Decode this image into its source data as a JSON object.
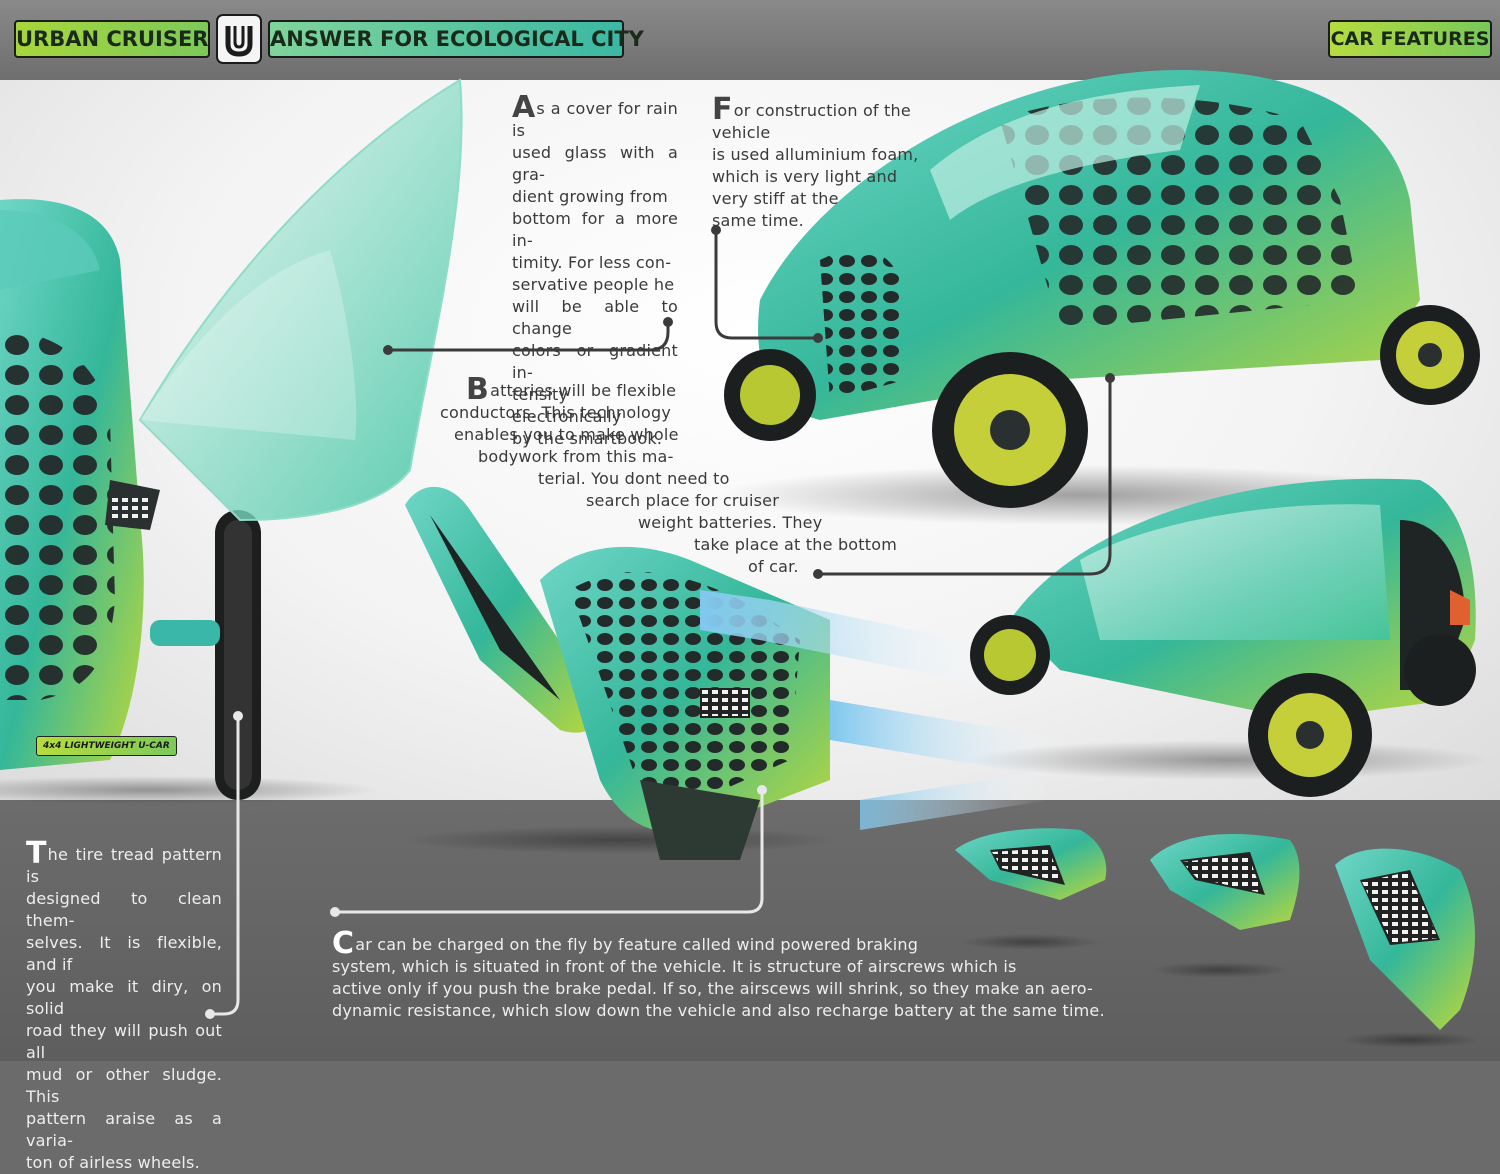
{
  "header": {
    "title": "URBAN CRUISER",
    "subtitle": "ANSWER FOR ECOLOGICAL CITY",
    "section_badge": "CAR FEATURES",
    "logo_icon": "u-loop-logo-icon"
  },
  "vehicle_label": "4x4 LIGHTWEIGHT U-CAR",
  "notes": {
    "glass": {
      "initial": "A",
      "lines": [
        "s a cover for rain is",
        "used glass with a gra-",
        "dient growing from",
        "bottom for a more in-",
        "timity. For less con-",
        "servative people he",
        "will be able to change",
        "colors or gradient in-",
        "tensity electronically",
        "by the smartbook."
      ]
    },
    "aluminium": {
      "initial": "F",
      "lines": [
        "or construction of the vehicle",
        "is used alluminium foam,",
        "which is very light and",
        "very stiff at the",
        "same time."
      ]
    },
    "batteries": {
      "initial": "B",
      "lines": [
        "atteries will be flexible",
        "conductors. This technology",
        "enables you to make whole",
        "bodywork from this ma-",
        "terial. You dont need to",
        "search place for cruiser",
        "weight batteries. They",
        "take place at the bottom",
        "of car."
      ]
    },
    "tires": {
      "initial": "T",
      "lines": [
        "he tire tread pattern is",
        "designed to clean them-",
        "selves. It is flexible, and if",
        "you make it diry, on solid",
        "road they will push out all",
        "mud or other sludge. This",
        "pattern araise as a varia-",
        "ton of airless wheels."
      ]
    },
    "charging": {
      "initial": "C",
      "lines": [
        "ar can be charged on the fly by feature called wind powered braking",
        "system, which is situated in front of the vehicle. It is structure of airscrews which is",
        "active only if you push the brake pedal. If so, the airscews will shrink, so they make an aero-",
        "dynamic resistance, which slow down the vehicle and also recharge battery at the same time."
      ]
    }
  },
  "colors": {
    "accent_lime": "#b6dc3f",
    "accent_teal": "#3bb8a4",
    "panel_gray": "#6b6b6b",
    "canvas_white": "#ffffff"
  }
}
